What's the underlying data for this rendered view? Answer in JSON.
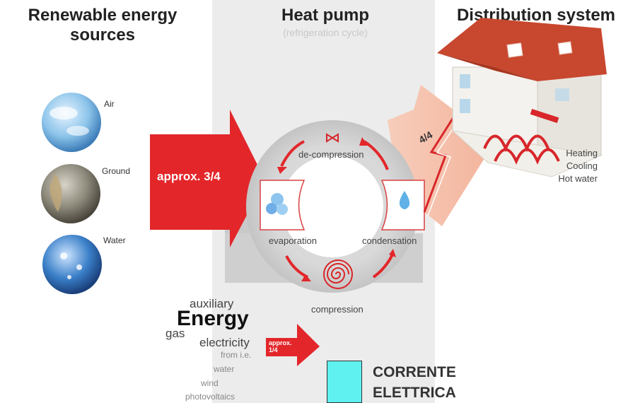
{
  "headers": {
    "sources_line1": "Renewable energy",
    "sources_line2": "sources",
    "heat_pump": "Heat pump",
    "heat_pump_sub": "(refrigeration cycle)",
    "distribution": "Distribution system"
  },
  "sources": [
    {
      "label": "Air",
      "icon": "air-globe-icon",
      "color": "#8cc4ea"
    },
    {
      "label": "Ground",
      "icon": "ground-globe-icon",
      "color": "#8a8678"
    },
    {
      "label": "Water",
      "icon": "water-globe-icon",
      "color": "#3a7fc8"
    }
  ],
  "inputs": {
    "approx_in": "approx. 3/4",
    "approx_aux_line1": "approx.",
    "approx_aux_line2": "1/4",
    "output_share": "4/4"
  },
  "cycle": {
    "decompression": "de-compression",
    "evaporation": "evaporation",
    "condensation": "condensation",
    "compression": "compression"
  },
  "outputs": [
    "Heating",
    "Cooling",
    "Hot water"
  ],
  "auxiliary": {
    "auxiliary": "auxiliary",
    "energy": "Energy",
    "gas": "gas",
    "electricity": "electricity",
    "from": "from i.e.",
    "water": "water",
    "wind": "wind",
    "photovoltaics": "photovoltaics"
  },
  "legend": {
    "line1": "CORRENTE",
    "line2": "ELETTRICA",
    "color": "#5ff0f0"
  },
  "colors": {
    "arrow_red": "#e3262a",
    "heat_arrow": "#f6c6b4",
    "roof": "#c8472f",
    "band": "#ececec"
  }
}
